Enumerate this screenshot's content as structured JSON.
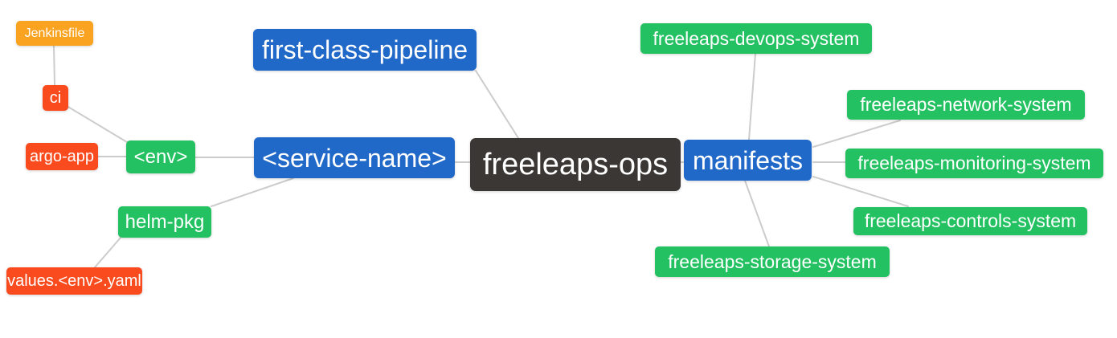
{
  "diagram": {
    "type": "mindmap",
    "root_id": "freeleaps_ops"
  },
  "palette": {
    "root_dark": "#3b3734",
    "branch_blue": "#2169c9",
    "leaf_green": "#23c161",
    "leaf_red": "#f94b1d",
    "leaf_orange": "#f9a320",
    "edge_gray": "#cccccc",
    "background": "#ffffff",
    "text": "#ffffff"
  },
  "nodes": {
    "freeleaps_ops": {
      "label": "freeleaps-ops",
      "color": "#3b3734"
    },
    "first_class_pipeline": {
      "label": "first-class-pipeline",
      "color": "#2169c9"
    },
    "service_name": {
      "label": "<service-name>",
      "color": "#2169c9"
    },
    "manifests": {
      "label": "manifests",
      "color": "#2169c9"
    },
    "env": {
      "label": "<env>",
      "color": "#23c161"
    },
    "helm_pkg": {
      "label": "helm-pkg",
      "color": "#23c161"
    },
    "ci": {
      "label": "ci",
      "color": "#f94b1d"
    },
    "argo_app": {
      "label": "argo-app",
      "color": "#f94b1d"
    },
    "values_env_yaml": {
      "label": "values.<env>.yaml",
      "color": "#f94b1d"
    },
    "jenkinsfile": {
      "label": "Jenkinsfile",
      "color": "#f9a320"
    },
    "devops_system": {
      "label": "freeleaps-devops-system",
      "color": "#23c161"
    },
    "network_system": {
      "label": "freeleaps-network-system",
      "color": "#23c161"
    },
    "monitoring_system": {
      "label": "freeleaps-monitoring-system",
      "color": "#23c161"
    },
    "controls_system": {
      "label": "freeleaps-controls-system",
      "color": "#23c161"
    },
    "storage_system": {
      "label": "freeleaps-storage-system",
      "color": "#23c161"
    }
  },
  "edges": [
    {
      "from": "jenkinsfile",
      "to": "ci"
    },
    {
      "from": "ci",
      "to": "env"
    },
    {
      "from": "argo_app",
      "to": "env"
    },
    {
      "from": "env",
      "to": "service_name"
    },
    {
      "from": "service_name",
      "to": "helm_pkg"
    },
    {
      "from": "helm_pkg",
      "to": "values_env_yaml"
    },
    {
      "from": "first_class_pipeline",
      "to": "freeleaps_ops"
    },
    {
      "from": "service_name",
      "to": "freeleaps_ops"
    },
    {
      "from": "freeleaps_ops",
      "to": "manifests"
    },
    {
      "from": "manifests",
      "to": "devops_system"
    },
    {
      "from": "manifests",
      "to": "network_system"
    },
    {
      "from": "manifests",
      "to": "monitoring_system"
    },
    {
      "from": "manifests",
      "to": "controls_system"
    },
    {
      "from": "manifests",
      "to": "storage_system"
    }
  ]
}
